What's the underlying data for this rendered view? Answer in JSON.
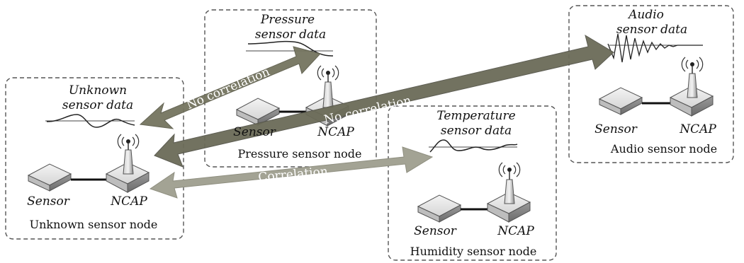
{
  "nodes": {
    "unknown": {
      "caption": "Unknown sensor node",
      "data_title_1": "Unknown",
      "data_title_2": "sensor data",
      "sensor": "Sensor",
      "ncap": "NCAP"
    },
    "pressure": {
      "caption": "Pressure sensor node",
      "data_title_1": "Pressure",
      "data_title_2": "sensor data",
      "sensor": "Sensor",
      "ncap": "NCAP"
    },
    "humidity": {
      "caption": "Humidity sensor node",
      "data_title_1": "Temperature",
      "data_title_2": "sensor data",
      "sensor": "Sensor",
      "ncap": "NCAP"
    },
    "audio": {
      "caption": "Audio sensor node",
      "data_title_1": "Audio",
      "data_title_2": "sensor data",
      "sensor": "Sensor",
      "ncap": "NCAP"
    }
  },
  "arrows": {
    "pressure_link": "No correlation",
    "audio_link": "No correlation",
    "humidity_link": "Correlation"
  },
  "colors": {
    "box_border": "#555555",
    "arrow_dark": "#6f6f5c",
    "arrow_mid": "#8b8b78",
    "arrow_light": "#a5a596"
  }
}
